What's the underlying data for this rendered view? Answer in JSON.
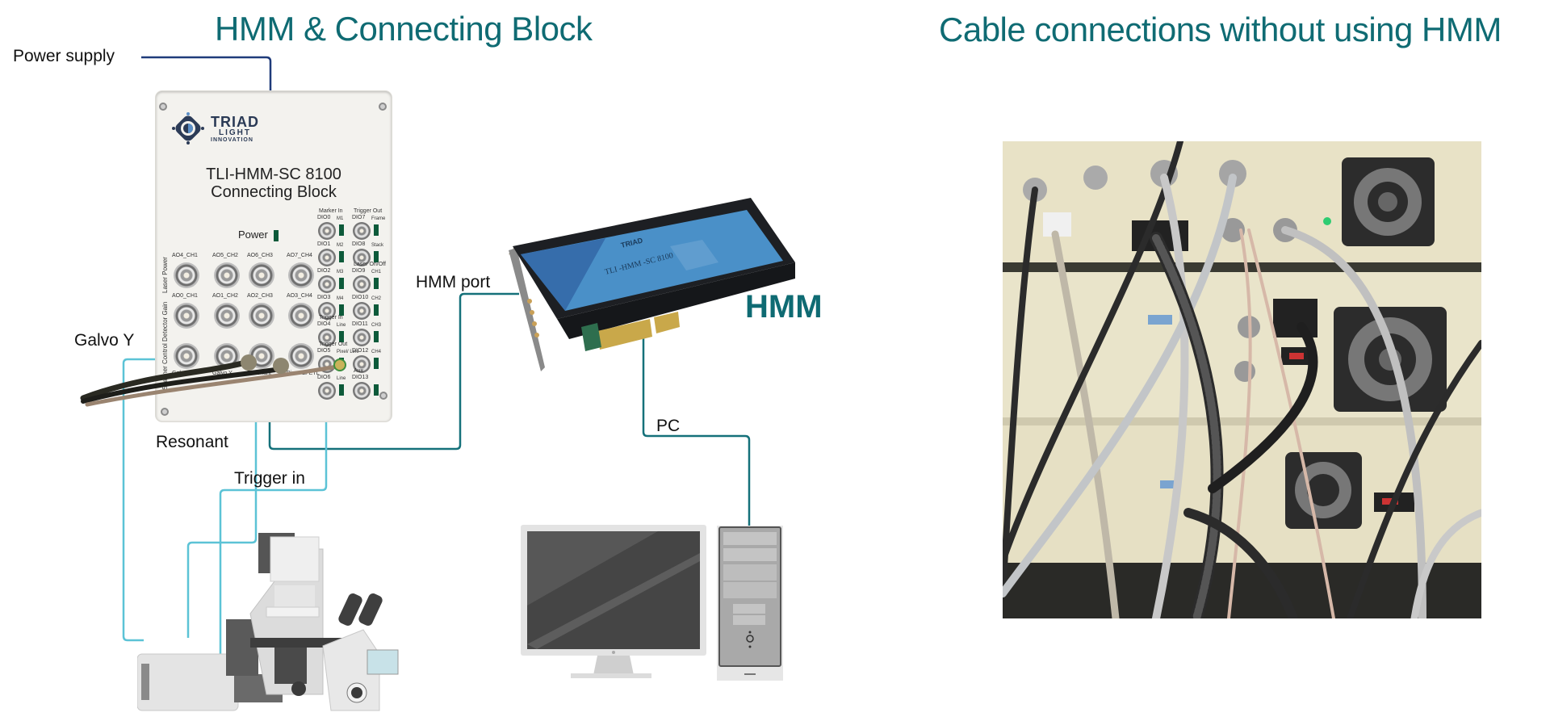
{
  "left_panel": {
    "title": "HMM & Connecting Block",
    "labels": {
      "power_supply": "Power supply",
      "hmm_port": "HMM port",
      "hmm": "HMM",
      "galvo_y": "Galvo Y",
      "resonant": "Resonant",
      "trigger_in": "Trigger in",
      "pc": "PC"
    },
    "connecting_block": {
      "brand_line1": "TRIAD",
      "brand_line2": "LIGHT",
      "brand_line3": "INNOVATION",
      "model_line1": "TLI-HMM-SC 8100",
      "model_line2": "Connecting Block",
      "power_label": "Power",
      "side_labels": [
        "Laser Power",
        "Detector Gain",
        "Scanner Control"
      ],
      "bnc_rows": [
        [
          "AO4_CH1",
          "AO5_CH2",
          "AO6_CH3",
          "AO7_CH4"
        ],
        [
          "AO0_CH1",
          "AO1_CH2",
          "AO2_CH3",
          "AO3_CH4"
        ],
        [
          "Galvo X",
          "Galvo Y",
          "Resonant",
          "Piezo Z/ ETL"
        ]
      ],
      "dio_left": [
        {
          "group": "Marker In",
          "name": "DIO0",
          "tag": "M1"
        },
        {
          "group": "",
          "name": "DIO1",
          "tag": "M2"
        },
        {
          "group": "",
          "name": "DIO2",
          "tag": "M3"
        },
        {
          "group": "",
          "name": "DIO3",
          "tag": "M4"
        },
        {
          "group": "Trigger In",
          "name": "DIO4",
          "tag": "Line"
        },
        {
          "group": "Trigger Out",
          "name": "DIO5",
          "tag": "Pixel/ Line"
        },
        {
          "group": "",
          "name": "DIO6",
          "tag": "Line"
        }
      ],
      "dio_right": [
        {
          "group": "Trigger Out",
          "name": "DIO7",
          "tag": "Frame"
        },
        {
          "group": "",
          "name": "DIO8",
          "tag": "Stack"
        },
        {
          "group": "Laser On/Off",
          "name": "DIO9",
          "tag": "CH1"
        },
        {
          "group": "",
          "name": "DIO10",
          "tag": "CH2"
        },
        {
          "group": "",
          "name": "DIO11",
          "tag": "CH3"
        },
        {
          "group": "",
          "name": "DIO12",
          "tag": "CH4"
        },
        {
          "group": "Aux",
          "name": "DIO13",
          "tag": ""
        }
      ]
    },
    "hmm_card": {
      "brand": "TRIAD",
      "model": "TLI -HMM -SC 8100"
    }
  },
  "right_panel": {
    "title": "Cable connections without using HMM",
    "photo_alt": "tangled cables at back of rack equipment"
  },
  "colors": {
    "title_teal": "#0f6b73",
    "wire_dark_teal": "#15717a",
    "wire_light_blue": "#5cc3d6",
    "wire_navy": "#1f3b7a"
  }
}
